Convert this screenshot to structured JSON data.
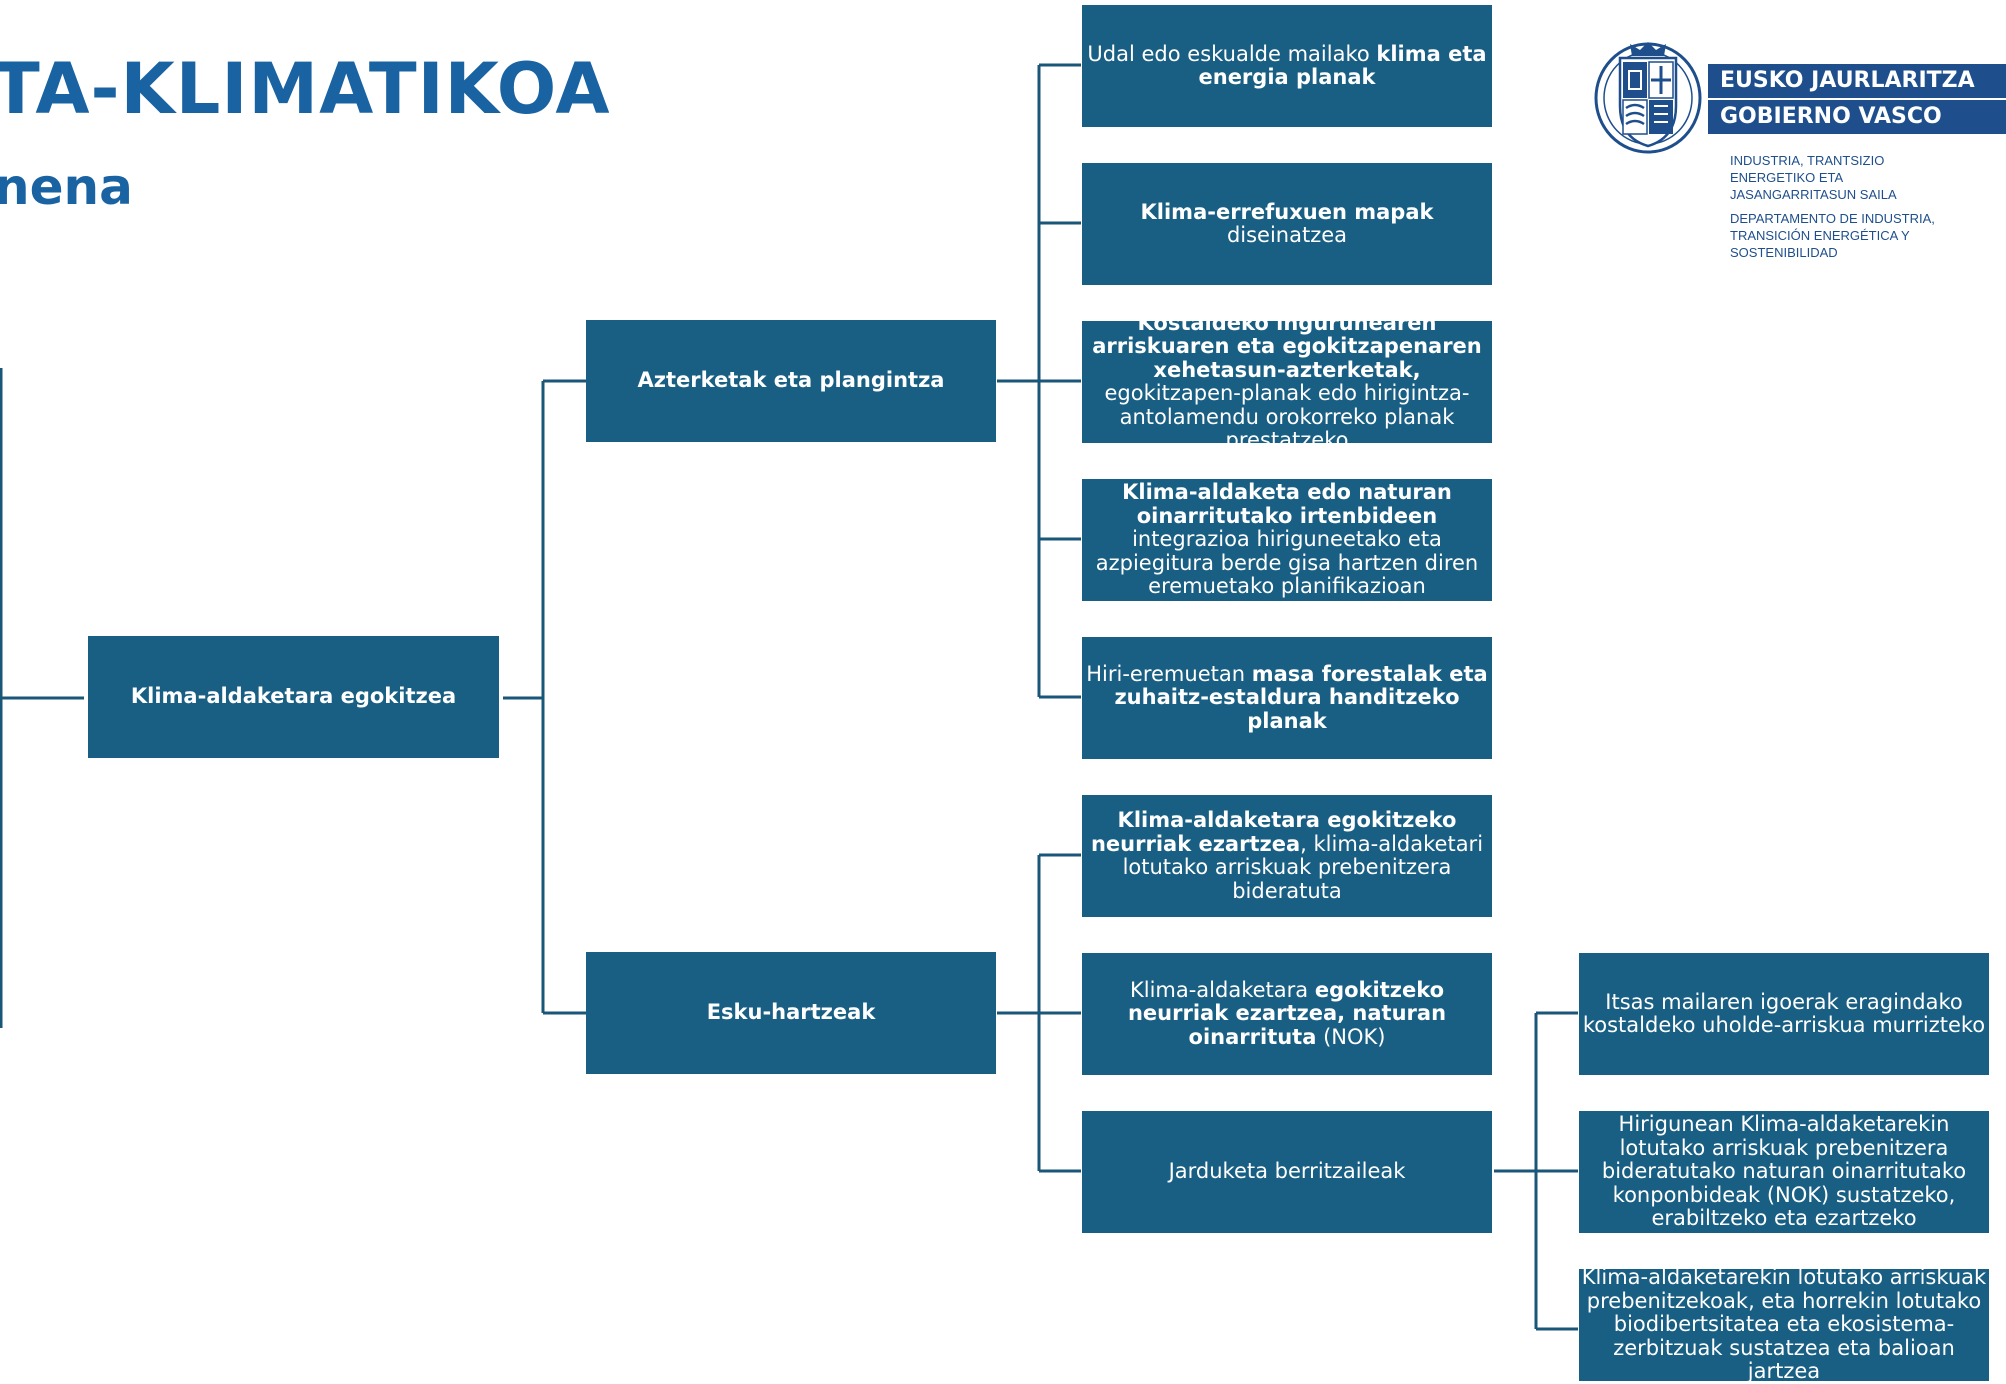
{
  "header": {
    "title": "TA-KLIMATIKOA",
    "subtitle": "nena"
  },
  "logo": {
    "line1": "EUSKO JAURLARITZA",
    "line2": "GOBIERNO VASCO",
    "dept_eu": "INDUSTRIA, TRANTSIZIO\nENERGETIKO ETA\nJASANGARRITASUN SAILA",
    "dept_es": "DEPARTAMENTO DE INDUSTRIA,\nTRANSICIÓN ENERGÉTICA Y\nSOSTENIBILIDAD",
    "emblem_icon": "basque-coat-of-arms-icon"
  },
  "colors": {
    "box": "#195f84",
    "line": "#1a5677",
    "title": "#1a63a3",
    "logo": "#1e4f8c"
  },
  "tree": {
    "root": {
      "text": "Klima-aldaketara egokitzea"
    },
    "branch_planning": {
      "text": "Azterketak eta plangintza"
    },
    "branch_interventions": {
      "text": "Esku-hartzeak"
    },
    "plan_1": {
      "a": "Udal edo eskualde mailako ",
      "b": "klima eta energia planak"
    },
    "plan_2": {
      "a": "Klima-errefuxuen mapak",
      "b": " diseinatzea"
    },
    "plan_3": {
      "a": "Kostaldeko ingurunearen arriskuaren eta egokitzapenaren xehetasun-azterketak,",
      "b": " egokitzapen-planak edo hirigintza-antolamendu orokorreko planak prestatzeko"
    },
    "plan_4": {
      "a": "Klima-aldaketa edo naturan oinarritutako irtenbideen",
      "b": " integrazioa hiriguneetako eta azpiegitura berde gisa hartzen diren eremuetako planifikazioan"
    },
    "plan_5": {
      "a": "Hiri-eremuetan ",
      "b": "masa forestalak eta zuhaitz-estaldura handitzeko planak"
    },
    "int_1": {
      "a": "Klima-aldaketara egokitzeko neurriak ezartzea",
      "b": ", klima-aldaketari lotutako arriskuak prebenitzera bideratuta"
    },
    "int_2": {
      "a": "Klima-aldaketara ",
      "b": "egokitzeko neurriak ezartzea, naturan oinarrituta",
      "c": " (NOK)"
    },
    "int_3": {
      "text": "Jarduketa berritzaileak"
    },
    "inno_1": {
      "text": "Itsas mailaren igoerak eragindako kostaldeko uholde-arriskua murrizteko"
    },
    "inno_2": {
      "text": "Hirigunean Klima-aldaketarekin lotutako arriskuak prebenitzera bideratutako naturan oinarritutako konponbideak (NOK) sustatzeko, erabiltzeko eta ezartzeko"
    },
    "inno_3": {
      "text": "Klima-aldaketarekin lotutako arriskuak prebenitzekoak, eta horrekin lotutako biodibertsitatea eta ekosistema-zerbitzuak sustatzea eta balioan jartzea"
    }
  }
}
